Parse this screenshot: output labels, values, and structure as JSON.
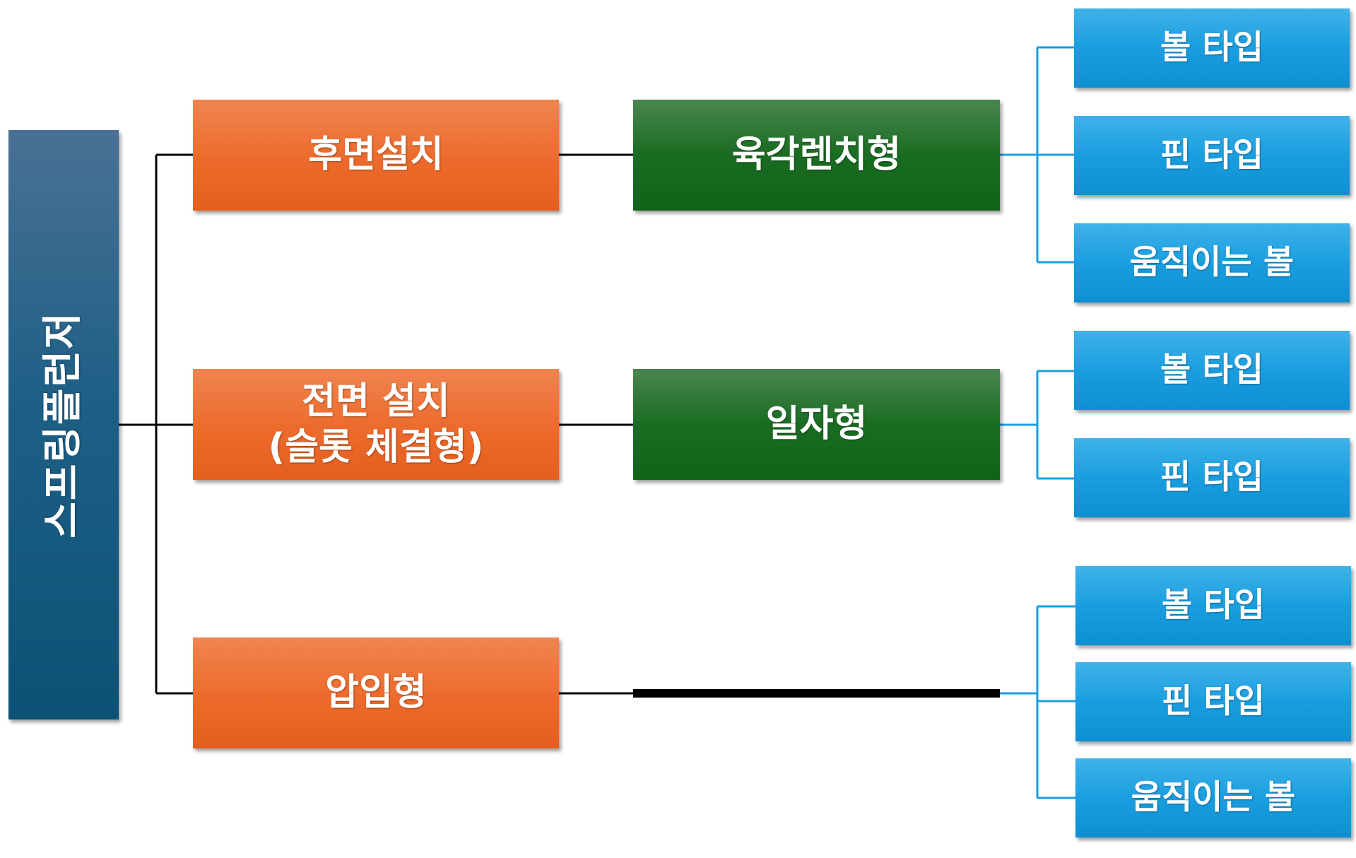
{
  "root": {
    "label": "스프링플런저"
  },
  "installation_types": [
    {
      "label_lines": [
        "후면설치"
      ]
    },
    {
      "label_lines": [
        "전면 설치",
        "(슬롯 체결형)"
      ]
    },
    {
      "label_lines": [
        "압입형"
      ]
    }
  ],
  "body_types": [
    {
      "label": "육각렌치형"
    },
    {
      "label": "일자형"
    }
  ],
  "tip_types": {
    "group_1": [
      "볼 타입",
      "핀 타입",
      "움직이는 볼"
    ],
    "group_2": [
      "볼 타입",
      "핀 타입"
    ],
    "group_3": [
      "볼 타입",
      "핀 타입",
      "움직이는 볼"
    ]
  },
  "colors": {
    "root": "#1f5f86",
    "installation": "#ec6a2b",
    "body": "#1a6c22",
    "tip": "#1a9edf",
    "connector": "#000000",
    "tip_connector": "#1a9edf"
  }
}
